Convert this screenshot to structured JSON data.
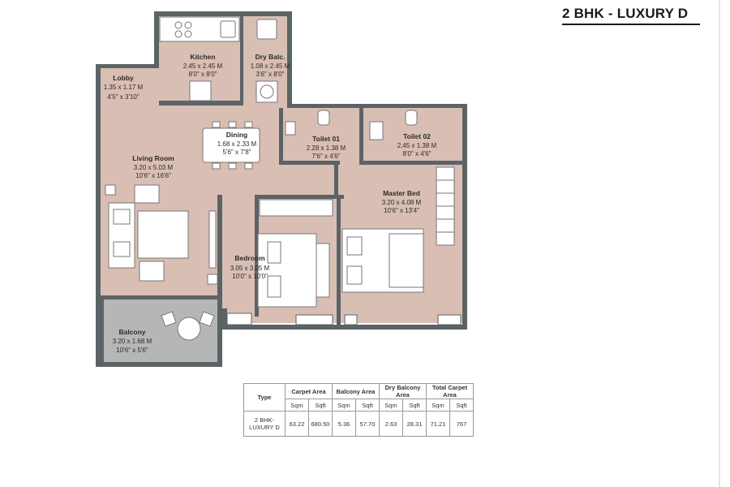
{
  "title": "2 BHK - LUXURY D",
  "colors": {
    "floor": "#d9beb4",
    "wall": "#5c6366",
    "balcony": "#b5b6b6",
    "furniture": "#ffffff"
  },
  "rooms": {
    "kitchen": {
      "name": "Kitchen",
      "dim_m": "2.45 x 2.45 M",
      "dim_ft": "8'0\" x 8'0\""
    },
    "dry_balc": {
      "name": "Dry Balc.",
      "dim_m": "1.08 x 2.45 M",
      "dim_ft": "3'6\" x 8'0\""
    },
    "lobby": {
      "name": "Lobby",
      "dim_m": "1.35 x 1.17 M",
      "dim_ft": "4'5\" x 3'10\""
    },
    "dining": {
      "name": "Dining",
      "dim_m": "1.68 x 2.33 M",
      "dim_ft": "5'6\" x 7'8\""
    },
    "toilet1": {
      "name": "Toilet 01",
      "dim_m": "2.28 x 1.38 M",
      "dim_ft": "7'6\" x 4'6\""
    },
    "toilet2": {
      "name": "Toilet 02",
      "dim_m": "2.45 x 1.38 M",
      "dim_ft": "8'0\" x 4'6\""
    },
    "living": {
      "name": "Living Room",
      "dim_m": "3.20 x 5.03 M",
      "dim_ft": "10'6\" x 16'6\""
    },
    "master": {
      "name": "Master Bed",
      "dim_m": "3.20 x 4.08 M",
      "dim_ft": "10'6\" x 13'4\""
    },
    "bedroom": {
      "name": "Bedroom",
      "dim_m": "3.05 x 3.05 M",
      "dim_ft": "10'0\" x 10'0\""
    },
    "balcony": {
      "name": "Balcony",
      "dim_m": "3.20 x 1.68 M",
      "dim_ft": "10'6\" x 5'6\""
    }
  },
  "area_table": {
    "headers": [
      "Type",
      "Carpet Area",
      "Balcony Area",
      "Dry Balcony Area",
      "Total Carpet Area"
    ],
    "units": [
      "Sqm",
      "Sqft",
      "Sqm",
      "Sqft",
      "Sqm",
      "Sqft",
      "Sqm",
      "Sqft"
    ],
    "row_type": "2 BHK-\nLUXURY D",
    "values": [
      "63.22",
      "680.50",
      "5.36",
      "57.70",
      "2.63",
      "28.31",
      "71.21",
      "767"
    ]
  }
}
